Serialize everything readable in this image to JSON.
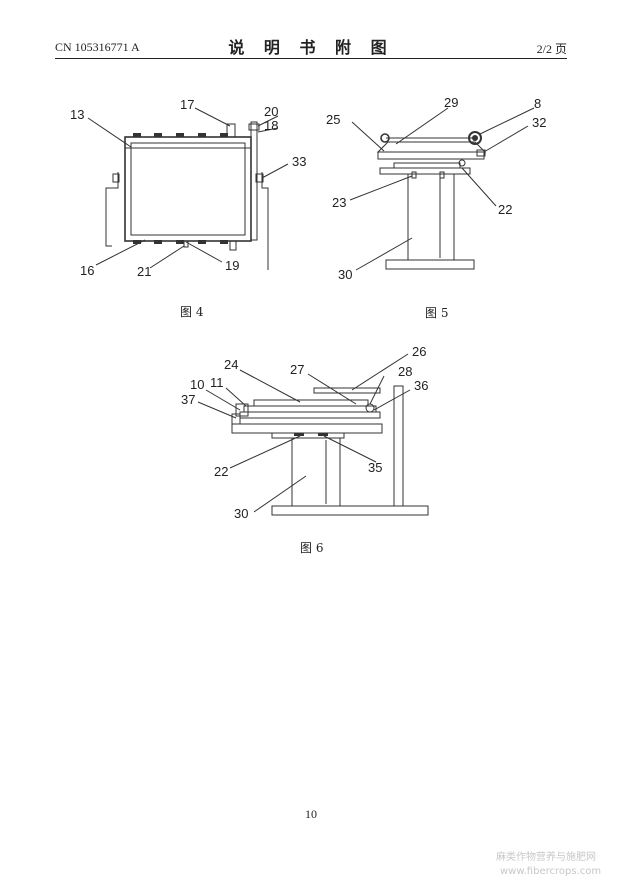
{
  "header": {
    "pub_number": "CN 105316771 A",
    "title": "说 明 书 附 图",
    "page_of": "2/2 页"
  },
  "figures": [
    {
      "caption": "图 4",
      "labels": [
        "17",
        "20",
        "18",
        "13",
        "33",
        "16",
        "21",
        "19"
      ]
    },
    {
      "caption": "图 5",
      "labels": [
        "29",
        "8",
        "25",
        "32",
        "23",
        "22",
        "30"
      ]
    },
    {
      "caption": "图 6",
      "labels": [
        "24",
        "26",
        "27",
        "28",
        "10",
        "11",
        "36",
        "37",
        "22",
        "35",
        "30"
      ]
    }
  ],
  "footer": {
    "page_number": "10",
    "watermark_cn": "麻类作物营养与施肥网",
    "watermark_url": "www.fibercrops.com"
  }
}
